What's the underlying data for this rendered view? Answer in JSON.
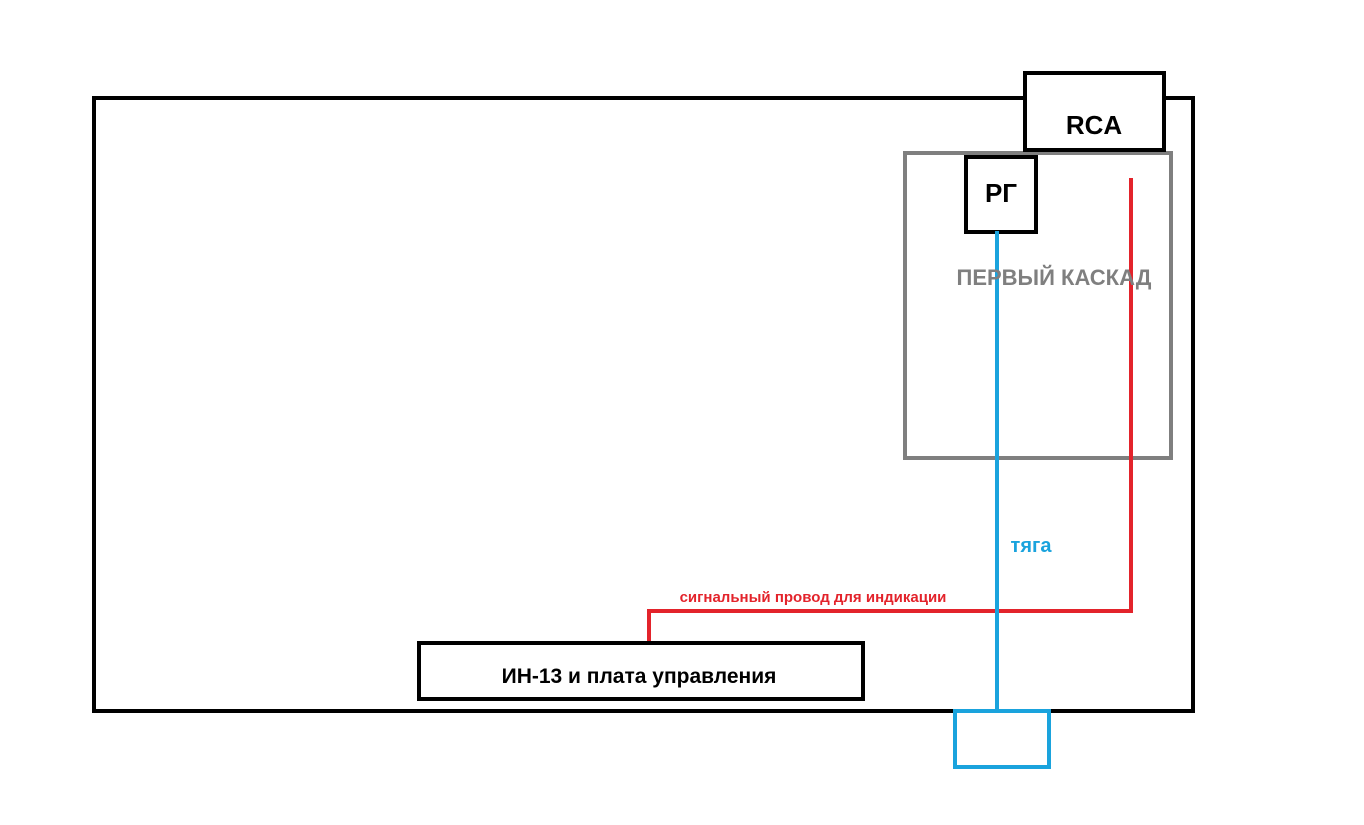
{
  "labels": {
    "rca": "RCA",
    "rg": "РГ",
    "first_stage": "ПЕРВЫЙ КАСКАД",
    "pull_rod": "тяга",
    "signal_wire": "сигнальный провод для индикации",
    "indicator_board": "ИН-13 и плата управления"
  },
  "colors": {
    "background": "#ffffff",
    "enclosure": "#000000",
    "first_stage": "#7f7f7f",
    "pull_rod": "#1aa3dd",
    "signal_wire": "#e3232b",
    "text": "#000000"
  }
}
